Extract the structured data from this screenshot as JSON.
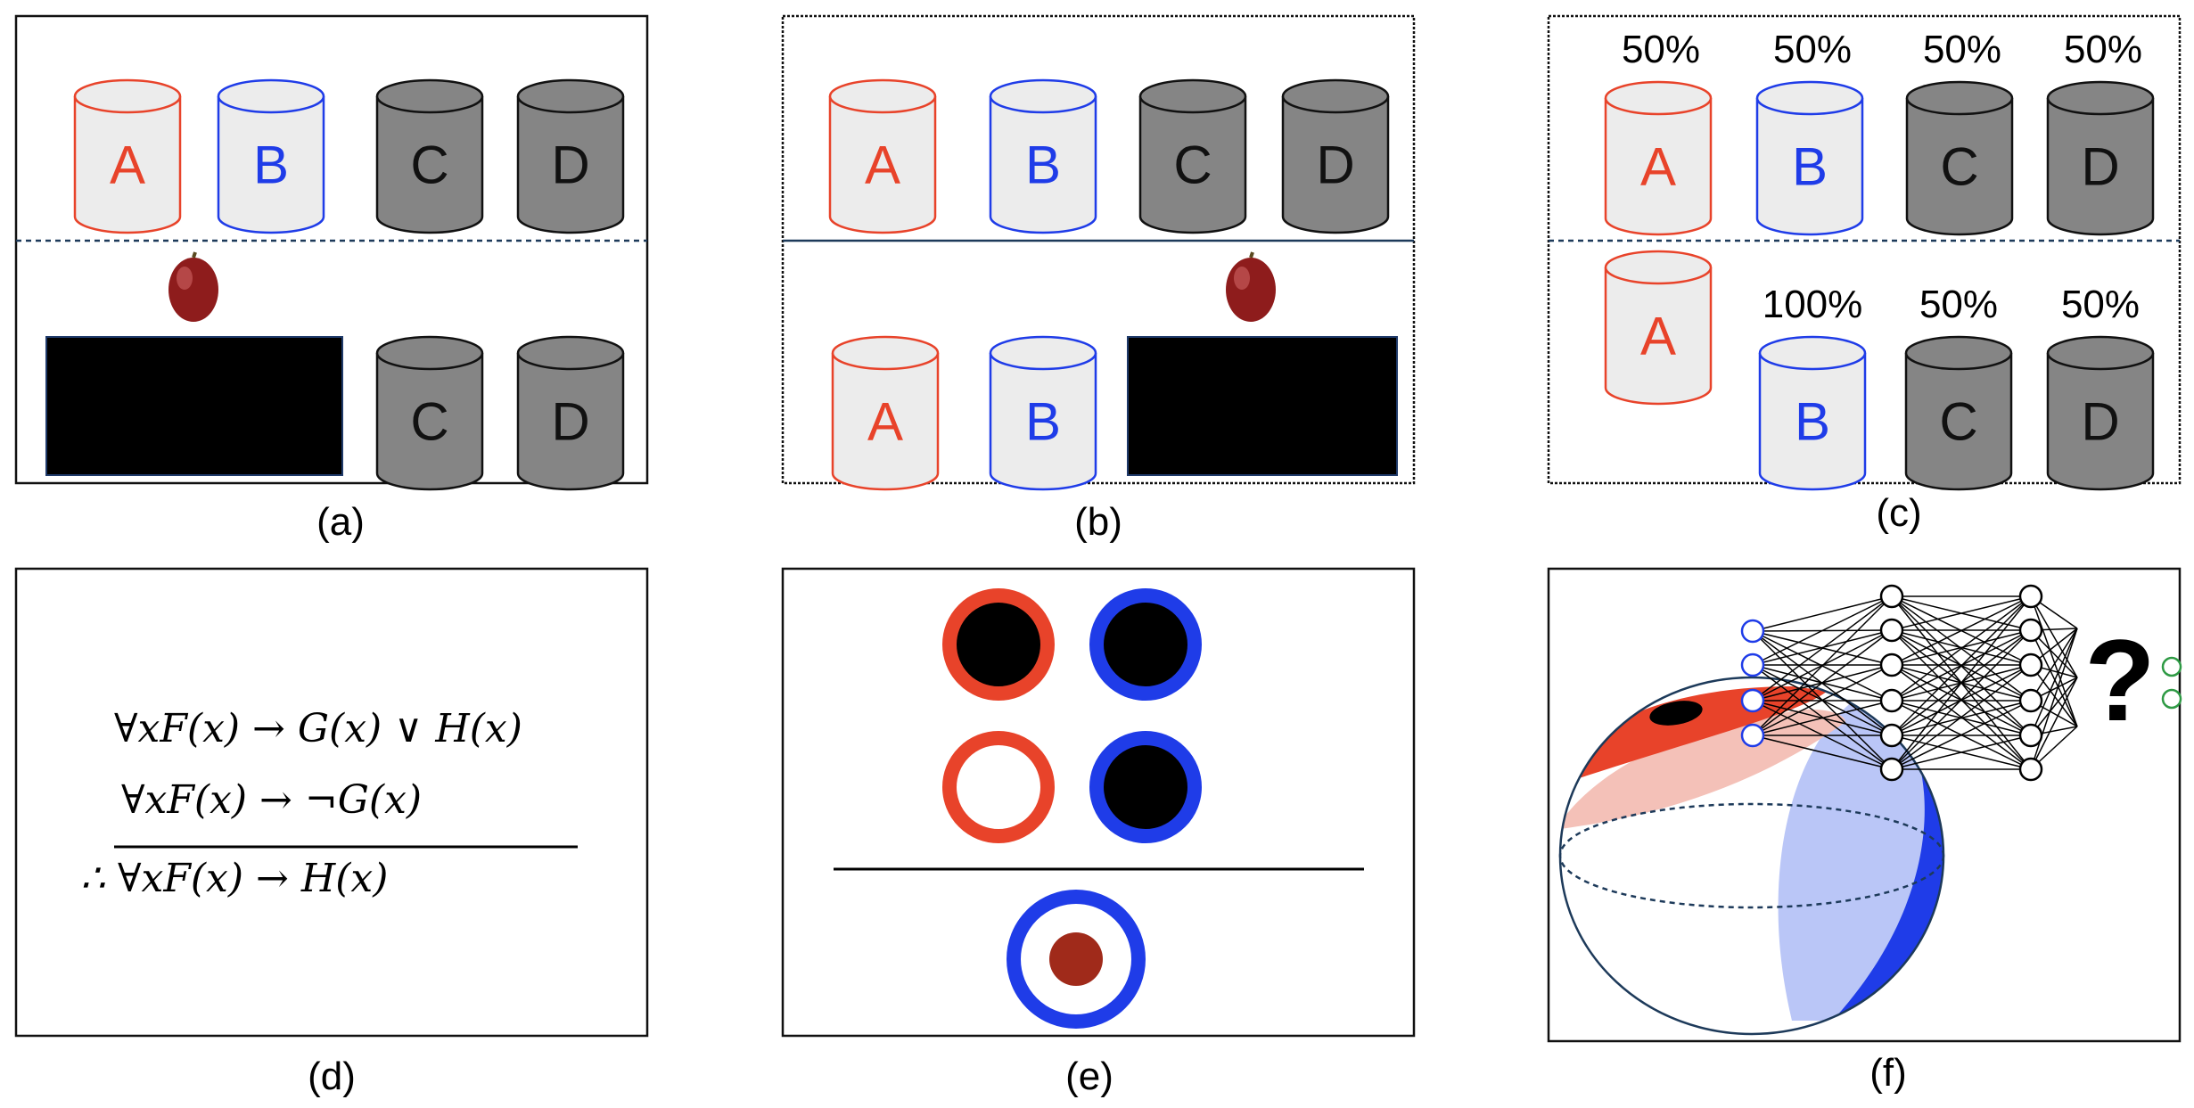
{
  "colors": {
    "red": "#e8432a",
    "blue": "#1f3ce8",
    "gray_fill": "#858585",
    "light_fill": "#ececec",
    "black": "#000000",
    "grape": "#8e1c1c",
    "frame": "#111111",
    "dashed": "#1d3a5a"
  },
  "panels": {
    "a": {
      "caption": "(a)",
      "top_row": [
        "A",
        "B",
        "C",
        "D"
      ],
      "bottom_row": [
        "C",
        "D"
      ]
    },
    "b": {
      "caption": "(b)",
      "top_row": [
        "A",
        "B",
        "C",
        "D"
      ],
      "bottom_row": [
        "A",
        "B"
      ]
    },
    "c": {
      "caption": "(c)",
      "top_row": [
        {
          "label": "A",
          "pct": "50%"
        },
        {
          "label": "B",
          "pct": "50%"
        },
        {
          "label": "C",
          "pct": "50%"
        },
        {
          "label": "D",
          "pct": "50%"
        }
      ],
      "bottom_row": [
        {
          "label": "A",
          "pct": ""
        },
        {
          "label": "B",
          "pct": "100%"
        },
        {
          "label": "C",
          "pct": "50%"
        },
        {
          "label": "D",
          "pct": "50%"
        }
      ]
    },
    "d": {
      "caption": "(d)",
      "premise1": "∀xF(x) → G(x) ∨ H(x)",
      "premise2": "∀xF(x) → ¬G(x)",
      "conclusion": "∴ ∀xF(x) → H(x)"
    },
    "e": {
      "caption": "(e)"
    },
    "f": {
      "caption": "(f)",
      "question_mark": "?"
    }
  }
}
